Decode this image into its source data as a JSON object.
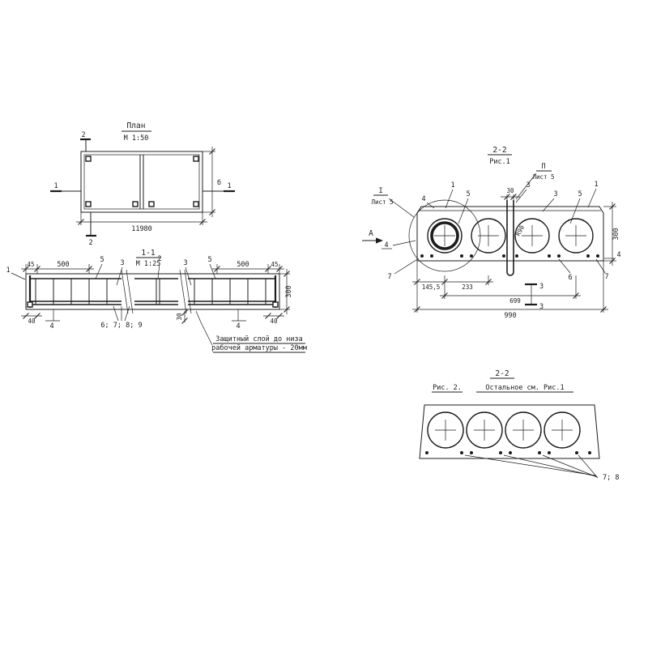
{
  "page": {
    "background": "#ffffff",
    "ink": "#1c1c1c"
  },
  "plan": {
    "title": "План",
    "scale": "М 1:50",
    "dim_length": "11980",
    "width_label": "б",
    "cut2_top": "2",
    "cut2_bottom": "2",
    "cut1_left": "1",
    "cut1_right": "1"
  },
  "sec11": {
    "title": "1-1",
    "scale": "М 1:25",
    "dim_45_left": "45",
    "dim_500_left": "500",
    "dim_500_right": "500",
    "dim_45_right": "45",
    "callout_1": "1",
    "callout_5_left": "5",
    "callout_3_left": "3",
    "callout_2": "2",
    "callout_3_right": "3",
    "callout_5_right": "5",
    "dim_300": "300",
    "dim_40_left": "40",
    "callout_4_left": "4",
    "callout_6789": "6; 7; 8; 9",
    "dim_30": "30",
    "callout_4_right": "4",
    "dim_40_right": "40",
    "note_line1": "Защитный слой до низа",
    "note_line2": "рабочей арматуры - 20мм"
  },
  "sec22a": {
    "title": "2-2",
    "subtitle": "Рис.1",
    "detail_top_num": "П",
    "detail_top_sheet": "Лист 5",
    "detail_left_num": "I",
    "detail_left_sheet": "Лист 5",
    "view_label": "А",
    "callout_4_view": "4",
    "callout_4_topleft": "4",
    "callout_4_right": "4",
    "callout_1_left": "1",
    "callout_5_left": "5",
    "dim_30": "30",
    "callout_3_left": "3",
    "callout_3_right": "3",
    "callout_5_right": "5",
    "callout_1_right": "1",
    "radius_label": "R90",
    "callout_7_left": "7",
    "callout_6": "6",
    "callout_7_right": "7",
    "dim_145": "145,5",
    "dim_233": "233",
    "dim_699": "699",
    "dim_990": "990",
    "dim_300": "300",
    "cut3_top": "3",
    "cut3_bottom": "3"
  },
  "sec22b": {
    "title": "2-2",
    "caption_fig": "Рис. 2.",
    "caption_rest": "Остальное  см. Рис.1",
    "callout_78": "7; 8"
  }
}
